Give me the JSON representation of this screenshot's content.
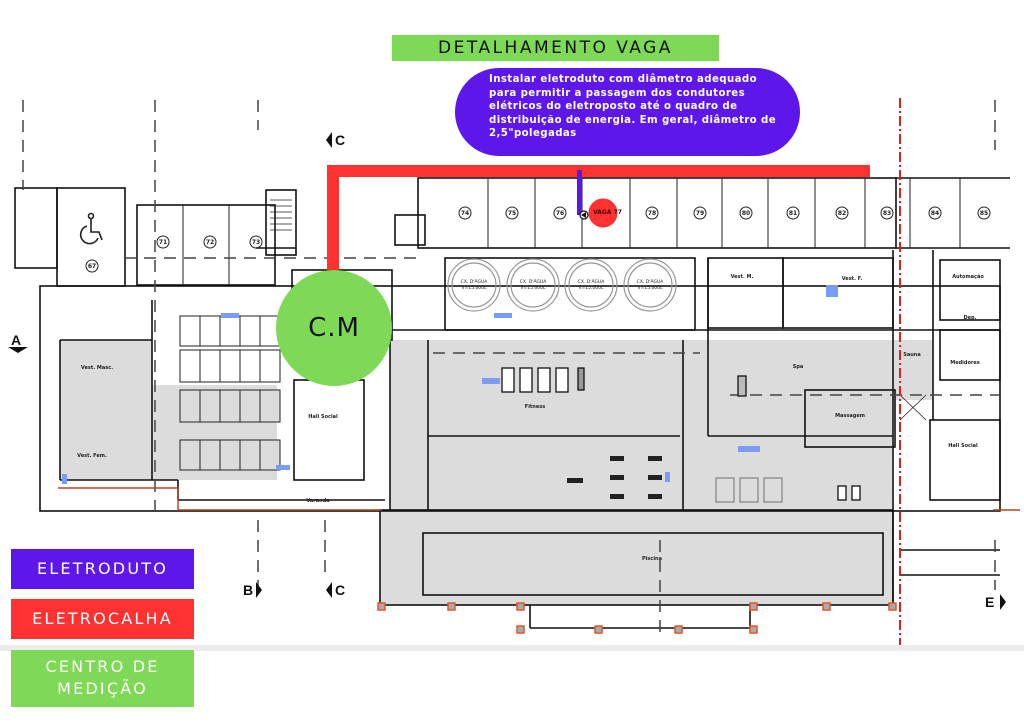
{
  "title": "DETALHAMENTO VAGA",
  "note": {
    "lines": [
      "Instalar eletroduto com diâmetro adequado",
      "para permitir a passagem dos condutores",
      "elétricos do eletroposto até o quadro de",
      "distribuição de energia. Em geral, diâmetro de",
      "2,5\"polegadas"
    ]
  },
  "legend": {
    "eletroduto": "ELETRODUTO",
    "eletrocalha": "ELETROCALHA",
    "centro_line1": "CENTRO DE",
    "centro_line2": "MEDIÇÃO"
  },
  "medidor": {
    "label": "C.M"
  },
  "vaga": {
    "label": "VAGA 77"
  },
  "section_markers": {
    "a": "A",
    "b": "B",
    "c_top": "C",
    "c_bottom": "C",
    "e": "E"
  },
  "parking_spots": {
    "top_row": [
      "74",
      "75",
      "76",
      "78",
      "79",
      "80",
      "81",
      "82",
      "83",
      "84",
      "85"
    ],
    "left_row": [
      "71",
      "72",
      "73"
    ],
    "accessible": "67"
  },
  "tanks": {
    "labels": [
      "CX. D'ÁGUA",
      "CX. D'ÁGUA",
      "CX. D'ÁGUA",
      "CX. D'ÁGUA"
    ],
    "volume": "V=15.000L"
  },
  "rooms": {
    "fitness": "Fitness",
    "piscina": "Piscina",
    "spa": "Spa",
    "massagem": "Massagem",
    "hall_social_left": "Hall Social",
    "hall_social_right": "Hall Social",
    "vest_m": "Vest. M.",
    "vest_f": "Vest. F.",
    "sauna": "Sauna",
    "medidores": "Medidores",
    "automacao": "Automação",
    "varanda": "Varanda",
    "deposito": "Dep.",
    "vest_masc": "Vest. Masc.",
    "vest_fem": "Vest. Fem."
  },
  "colors": {
    "eletroduto": "#5e17eb",
    "eletrocalha": "#ff3131",
    "centro_medicao": "#7ed957",
    "floor_gray": "#d9d9d9",
    "highlight_blue": "#7b9cf5"
  }
}
